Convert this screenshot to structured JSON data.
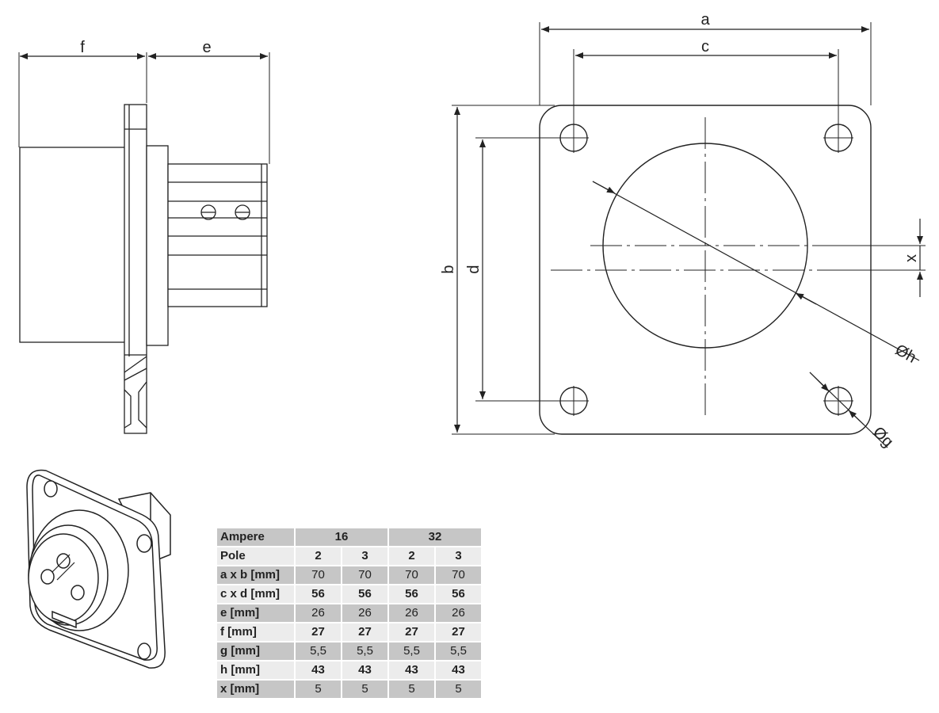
{
  "dimension_labels": {
    "a": "a",
    "b": "b",
    "c": "c",
    "d": "d",
    "e": "e",
    "f": "f",
    "g": "Øg",
    "h": "Øh",
    "x": "x"
  },
  "table": {
    "header_label": "Ampere",
    "groups": [
      "16",
      "32"
    ],
    "rows": [
      {
        "label": "Pole",
        "values": [
          "2",
          "3",
          "2",
          "3"
        ],
        "style": "light",
        "bold": true
      },
      {
        "label": "a x b [mm]",
        "values": [
          "70",
          "70",
          "70",
          "70"
        ],
        "style": "gray",
        "bold": false
      },
      {
        "label": "c x d [mm]",
        "values": [
          "56",
          "56",
          "56",
          "56"
        ],
        "style": "light",
        "bold": true
      },
      {
        "label": "e [mm]",
        "values": [
          "26",
          "26",
          "26",
          "26"
        ],
        "style": "gray",
        "bold": false
      },
      {
        "label": "f [mm]",
        "values": [
          "27",
          "27",
          "27",
          "27"
        ],
        "style": "light",
        "bold": true
      },
      {
        "label": "g [mm]",
        "values": [
          "5,5",
          "5,5",
          "5,5",
          "5,5"
        ],
        "style": "gray",
        "bold": false
      },
      {
        "label": "h [mm]",
        "values": [
          "43",
          "43",
          "43",
          "43"
        ],
        "style": "light",
        "bold": true
      },
      {
        "label": "x [mm]",
        "values": [
          "5",
          "5",
          "5",
          "5"
        ],
        "style": "gray",
        "bold": false
      }
    ]
  }
}
